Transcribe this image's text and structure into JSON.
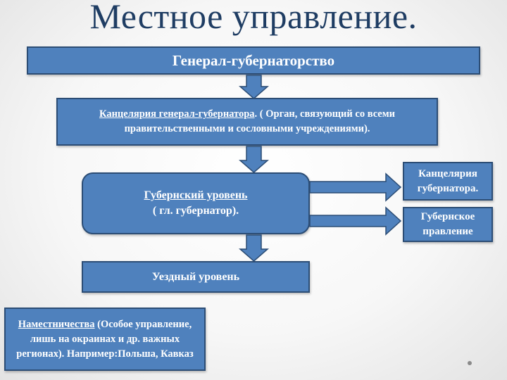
{
  "slide": {
    "title": "Местное управление."
  },
  "boxes": {
    "general_governorship": "Генерал-губернаторство",
    "governor_general_chancery": {
      "name": "Канцелярия генерал-губернатора",
      "description": ". ( Орган, связующий со всеми правительственными и сословными учреждениями)."
    },
    "provincial_level": {
      "line1": "Губернский уровень",
      "line2": "( гл. губернатор)."
    },
    "district_level": "Уездный уровень",
    "governor_chancery": {
      "line1": "Канцелярия",
      "line2": "губернатора."
    },
    "provincial_board": {
      "line1": "Губернское",
      "line2": "правление"
    },
    "viceroyalties": {
      "name": "Наместничества",
      "description": " (Особое управление, лишь на окраинах и др. важных регионах). Например:Польша, Кавказ"
    }
  },
  "colors": {
    "box_fill": "#4f81bd",
    "box_border": "#2c4d75",
    "title": "#1f3d63"
  }
}
